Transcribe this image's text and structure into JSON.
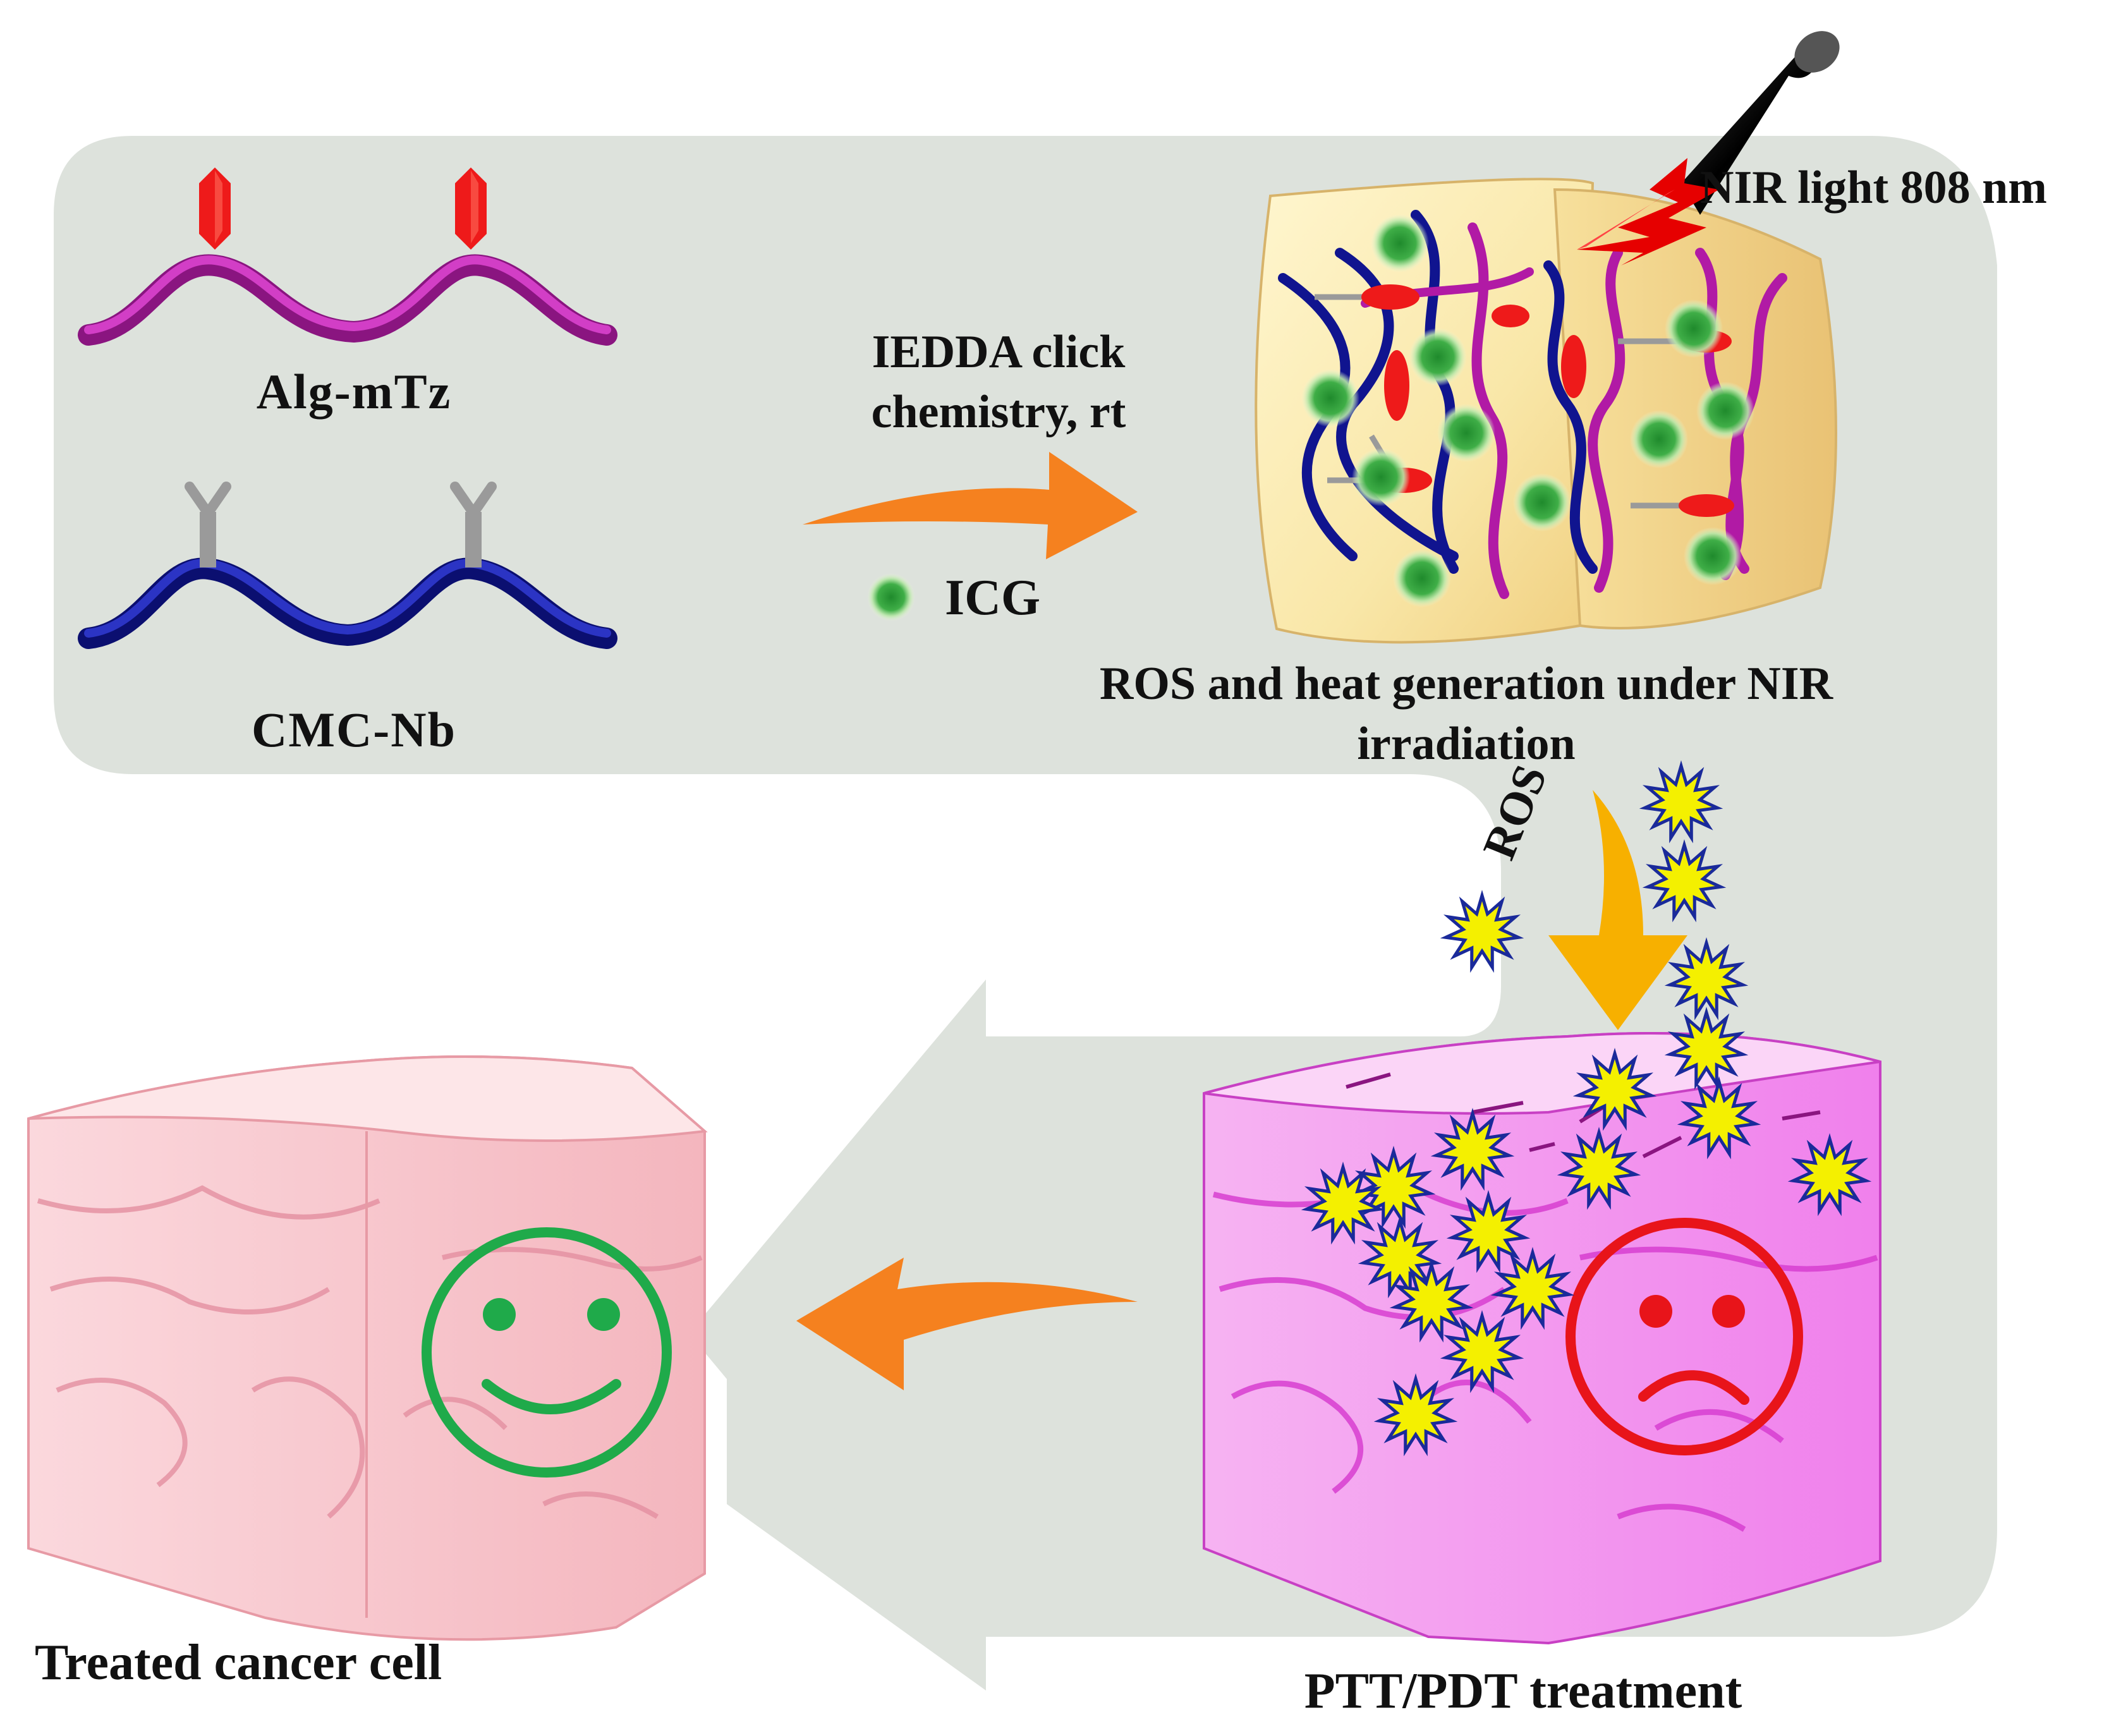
{
  "labels": {
    "alg": "Alg-mTz",
    "cmc": "CMC-Nb",
    "reaction_line1": "IEDDA click",
    "reaction_line2": "chemistry, rt",
    "icg": "ICG",
    "nir": "NIR light 808 nm",
    "ros_heat_line1": "ROS and heat generation under NIR",
    "ros_heat_line2": "irradiation",
    "ros": "ROS",
    "treated": "Treated cancer cell",
    "treatment": "PTT/PDT treatment"
  },
  "colors": {
    "panel": "#dde2dc",
    "alginate": "#b11aa5",
    "cmc": "#10148f",
    "tetrazine": "#ee1a1a",
    "norbornene": "#9a9a9a",
    "icg": "#2e9b3a",
    "arrow": "#f5811f",
    "ros_arrow": "#f7b000",
    "ros_star": "#f4f000",
    "laser": "#e60000",
    "hydrogel": "#fbeeb0",
    "treated_tissue": "#f8c8cf",
    "cancer_tissue": "#f37ff0",
    "happy_face": "#1faa4a",
    "sad_face": "#e8141a"
  }
}
